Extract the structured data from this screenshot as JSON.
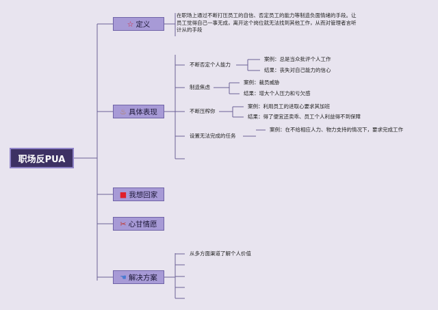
{
  "root": {
    "label": "职场反PUA"
  },
  "categories": [
    {
      "label": "定义",
      "icon": "star-icon",
      "glyph": "☆",
      "color": "#d2243a"
    },
    {
      "label": "具体表现",
      "icon": "figure-icon",
      "glyph": "♨",
      "color": "#b57b4a"
    },
    {
      "label": "我想回家",
      "icon": "flag-icon",
      "glyph": "■",
      "color": "#e11f2b"
    },
    {
      "label": "心甘情愿",
      "icon": "tools-icon",
      "glyph": "✂",
      "color": "#c2342a"
    },
    {
      "label": "解决方案",
      "icon": "hand-icon",
      "glyph": "☚",
      "color": "#4b7bd0"
    }
  ],
  "definition": {
    "line1": "在职场上通过不断打压员工的自信、否定员工的能力等制造负面情绪的手段。让",
    "line2": "员工觉得自己一事无成，离开这个岗位就无法找到其他工作，从而对管理者言听",
    "line3": "计从的手段"
  },
  "manifestations": [
    {
      "label": "不断否定个人能力",
      "details": [
        "案例：总是当众批评个人工作",
        "结果：丧失对自己能力的信心"
      ]
    },
    {
      "label": "制造焦虑",
      "details": [
        "案例：裁员威胁",
        "结果：增大个人压力和亏欠感"
      ]
    },
    {
      "label": "不断压榨你",
      "details": [
        "案例：利用员工的进取心要求其加班",
        "结果：得了便宜还卖乖、员工个人利益得不到保障"
      ]
    },
    {
      "label": "设置无法完成的任务",
      "details": [
        "案例：在不给相应人力、物力支持的情况下，要求完成工作"
      ]
    }
  ],
  "solutions": {
    "first": "从多方面渠道了解个人价值"
  }
}
